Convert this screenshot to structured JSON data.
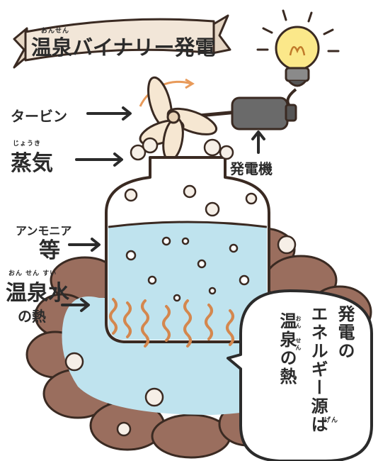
{
  "title": {
    "text": "温泉バイナリー発電",
    "ruby": "おんせん"
  },
  "labels": {
    "turbine": "タービン",
    "steam": "蒸気",
    "steam_ruby": "じょうき",
    "generator": "発電機",
    "ammonia_line1": "アンモニア",
    "ammonia_line2": "等",
    "hotspring_water": "温泉水",
    "hotspring_water_ruby": "おん せん すい",
    "heat": "の熱"
  },
  "speech_bubble": {
    "column1": "発電の",
    "column2": "エネルギー源は",
    "column3": "温泉の熱",
    "ruby_onsen": "おん せん",
    "ruby_gen": "げん"
  },
  "colors": {
    "outline": "#3a2a22",
    "rock": "#9a6e5e",
    "water": "#bfe3ee",
    "banner": "#f2e6d8",
    "bulb": "#fbe88a",
    "coil": "#d4874e"
  },
  "icons": [
    "ribbon-banner-icon",
    "light-bulb-icon",
    "fan-turbine-icon",
    "generator-icon",
    "bottle-icon",
    "rock-icon",
    "arrow-icon"
  ]
}
